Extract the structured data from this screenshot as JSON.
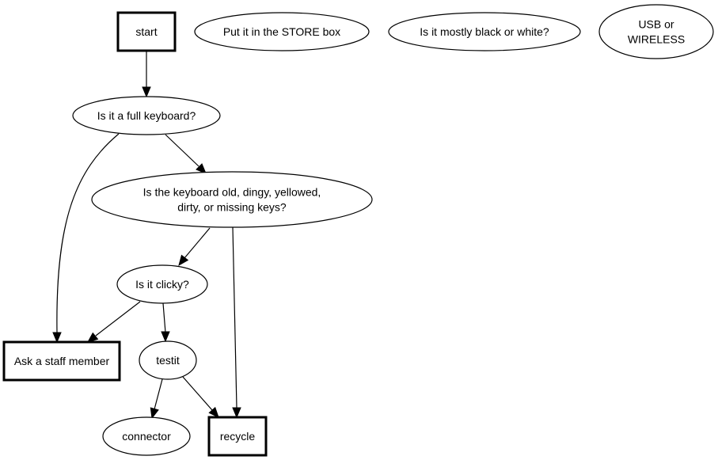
{
  "diagram": {
    "type": "flowchart",
    "nodes": [
      {
        "id": "start",
        "label": [
          "start"
        ],
        "shape": "box"
      },
      {
        "id": "store",
        "label": [
          "Put it in the STORE box"
        ],
        "shape": "ellipse"
      },
      {
        "id": "blackwhite",
        "label": [
          "Is it mostly black or white?"
        ],
        "shape": "ellipse"
      },
      {
        "id": "usb",
        "label": [
          "USB or",
          "WIRELESS"
        ],
        "shape": "ellipse"
      },
      {
        "id": "full",
        "label": [
          "Is it a full keyboard?"
        ],
        "shape": "ellipse"
      },
      {
        "id": "old",
        "label": [
          "Is the keyboard old, dingy, yellowed,",
          "dirty, or missing keys?"
        ],
        "shape": "ellipse"
      },
      {
        "id": "clicky",
        "label": [
          "Is it clicky?"
        ],
        "shape": "ellipse"
      },
      {
        "id": "staff",
        "label": [
          "Ask a staff member"
        ],
        "shape": "box"
      },
      {
        "id": "testit",
        "label": [
          "testit"
        ],
        "shape": "ellipse"
      },
      {
        "id": "connector",
        "label": [
          "connector"
        ],
        "shape": "ellipse"
      },
      {
        "id": "recycle",
        "label": [
          "recycle"
        ],
        "shape": "box"
      }
    ],
    "edges": [
      {
        "from": "start",
        "to": "full"
      },
      {
        "from": "full",
        "to": "staff"
      },
      {
        "from": "full",
        "to": "old"
      },
      {
        "from": "old",
        "to": "clicky"
      },
      {
        "from": "old",
        "to": "recycle"
      },
      {
        "from": "clicky",
        "to": "staff"
      },
      {
        "from": "clicky",
        "to": "testit"
      },
      {
        "from": "testit",
        "to": "connector"
      },
      {
        "from": "testit",
        "to": "recycle"
      }
    ]
  }
}
